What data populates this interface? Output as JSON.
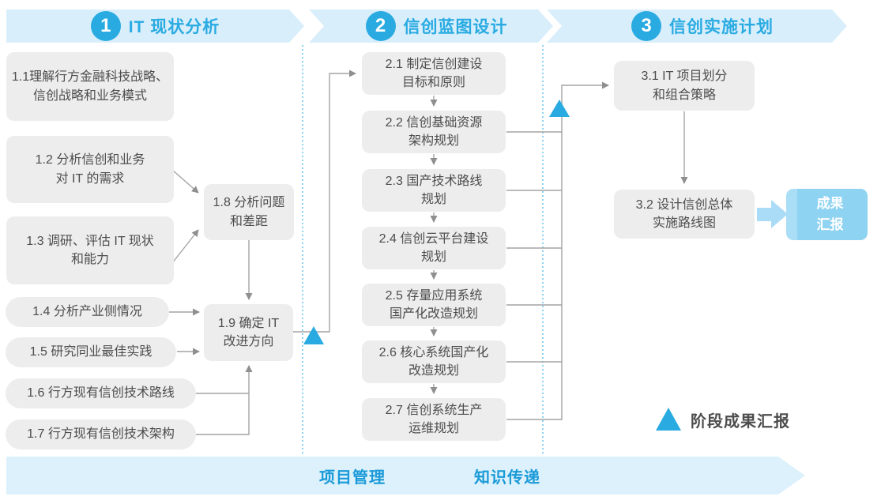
{
  "phases": [
    {
      "number": "1",
      "label": "IT 现状分析"
    },
    {
      "number": "2",
      "label": "信创蓝图设计"
    },
    {
      "number": "3",
      "label": "信创实施计划"
    }
  ],
  "nodes": {
    "s1_1": "1.1理解行方金融科技战略、\n信创战略和业务模式",
    "s1_2": "1.2 分析信创和业务\n对 IT 的需求",
    "s1_3": "1.3 调研、评估 IT 现状\n和能力",
    "s1_4": "1.4 分析产业侧情况",
    "s1_5": "1.5 研究同业最佳实践",
    "s1_6": "1.6 行方现有信创技术路线",
    "s1_7": "1.7 行方现有信创技术架构",
    "s1_8": "1.8 分析问题\n和差距",
    "s1_9": "1.9 确定 IT\n改进方向",
    "s2_1": "2.1 制定信创建设\n目标和原则",
    "s2_2": "2.2 信创基础资源\n架构规划",
    "s2_3": "2.3 国产技术路线\n规划",
    "s2_4": "2.4 信创云平台建设\n规划",
    "s2_5": "2.5 存量应用系统\n国产化改造规划",
    "s2_6": "2.6 核心系统国产化\n改造规划",
    "s2_7": "2.7 信创系统生产\n运维规划",
    "s3_1": "3.1 IT 项目划分\n和组合策略",
    "s3_2": "3.2 设计信创总体\n实施路线图"
  },
  "outcome": "成果\n汇报",
  "legend": "阶段成果汇报",
  "footer": [
    "项目管理",
    "知识传递"
  ],
  "colors": {
    "accent": "#29abe2",
    "banner_bg": "#d9eefb",
    "node_bg": "#ededed",
    "outcome_bg": "#8fd3f2",
    "line_gray": "#a4a4a4"
  }
}
